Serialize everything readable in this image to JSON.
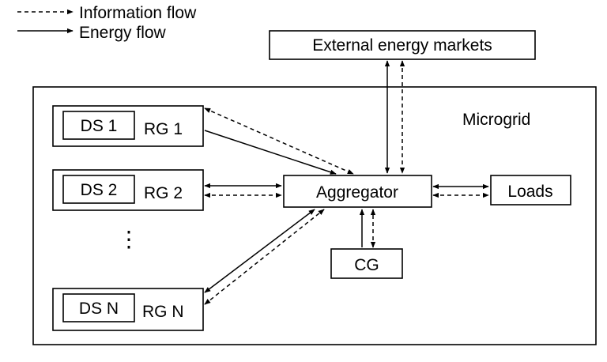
{
  "legend": {
    "information_flow": "Information flow",
    "energy_flow": "Energy flow"
  },
  "external_markets": "External energy markets",
  "microgrid_label": "Microgrid",
  "aggregator": "Aggregator",
  "loads": "Loads",
  "cg": "CG",
  "regions": [
    {
      "ds": "DS 1",
      "rg": "RG 1"
    },
    {
      "ds": "DS 2",
      "rg": "RG 2"
    },
    {
      "ds": "DS N",
      "rg": "RG N"
    }
  ],
  "ellipsis": "⋮"
}
